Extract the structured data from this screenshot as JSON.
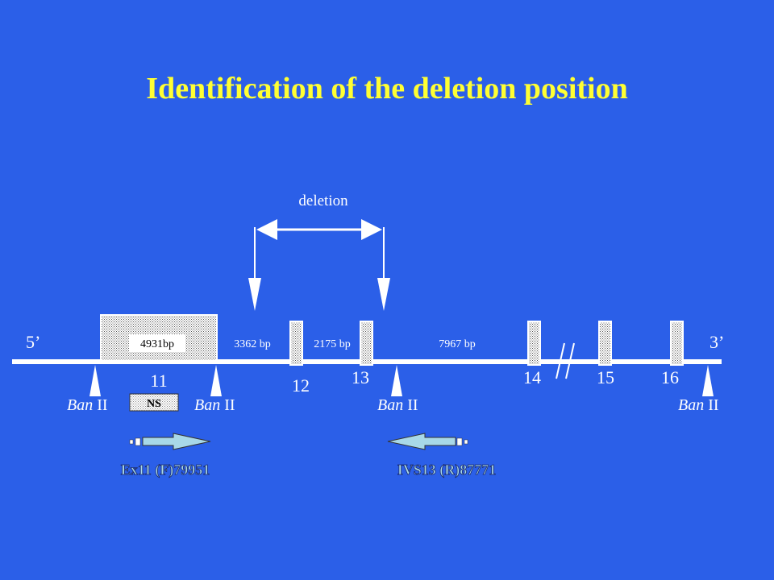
{
  "title": "Identification of the deletion position",
  "colors": {
    "background": "#2b5fe8",
    "title": "#ffff33",
    "line": "#ffffff",
    "primer_arrow": "#a8d8e8"
  },
  "deletion_label": "deletion",
  "ends": {
    "left": "5’",
    "right": "3’"
  },
  "exons": [
    "11",
    "12",
    "13",
    "14",
    "15",
    "16"
  ],
  "intron_sizes": {
    "ex11_box": "4931bp",
    "ex11_12": "3362 bp",
    "ex12_13": "2175 bp",
    "ex13_14": "7967 bp"
  },
  "ns_label": "NS",
  "enzyme": {
    "italic": "Ban",
    "roman": " II"
  },
  "primers": {
    "forward": "Ex11 (F)79951",
    "reverse": "IVS13 (R)87771"
  }
}
